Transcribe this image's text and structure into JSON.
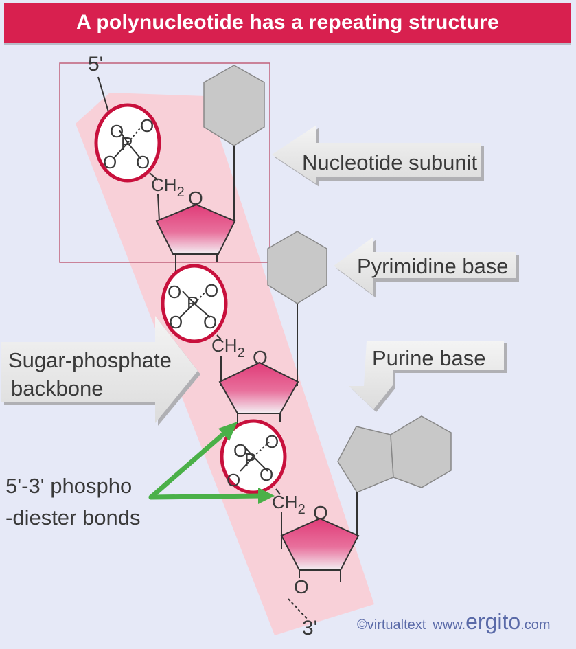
{
  "title": "A polynucleotide has a repeating structure",
  "labels": {
    "five_prime": "5'",
    "three_prime": "3'",
    "nucleotide_subunit": "Nucleotide subunit",
    "pyrimidine_base": "Pyrimidine base",
    "purine_base": "Purine base",
    "backbone_line1": "Sugar-phosphate",
    "backbone_line2": "backbone",
    "bonds_line1": "5'-3' phospho",
    "bonds_line2": "-diester bonds"
  },
  "chem": {
    "o": "O",
    "p": "P",
    "ch": "CH",
    "sub2": "2"
  },
  "credit": {
    "copyright": "©virtualtext",
    "www": "www.",
    "brand": "ergito",
    "tld": ".com"
  },
  "colors": {
    "title_bar": "#d8204f",
    "background": "#e6e9f7",
    "backbone": "#f8d0d8",
    "phosphate_ring": "#c8103c",
    "sugar": "#e03c78",
    "base": "#c8c8c8",
    "arrow_green": "#4ab048"
  }
}
